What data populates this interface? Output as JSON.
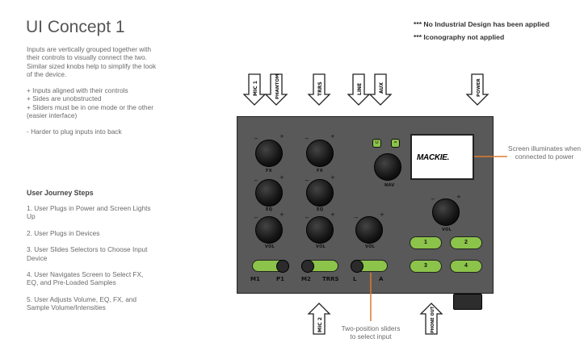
{
  "title": "UI Concept 1",
  "notes": [
    "*** No Industrial Design has been applied",
    "*** Iconography not applied"
  ],
  "intro": {
    "paragraph": "Inputs are vertically grouped together with their controls to visually connect the two. Similar sized knobs help to simplify the look of the device.",
    "pros": [
      "+ Inputs aligned with their controls",
      "+ Sides are unobstructed",
      "+ Sliders must be in one mode or the other (easier interface)"
    ],
    "cons": [
      "- Harder to plug inputs into back"
    ]
  },
  "journey": {
    "heading": "User Journey Steps",
    "steps": [
      "1. User Plugs in Power and Screen Lights Up",
      "2. User Plugs in Devices",
      "3. User Slides Selectors to Choose Input Device",
      "4. User Navigates Screen to Select FX, EQ, and Pre-Loaded Samples",
      "5. User Adjusts Volume, EQ, FX, and Sample Volume/Intensities"
    ]
  },
  "top_arrows": [
    "MIC 1",
    "PHANTOM",
    "TRRS",
    "LINE",
    "AUX",
    "POWER"
  ],
  "bottom_arrows": [
    "MIC 2",
    "PHONE OUT"
  ],
  "knobs": {
    "col1": [
      "FX",
      "EQ",
      "VOL"
    ],
    "col2": [
      "FX",
      "EQ",
      "VOL"
    ],
    "col3": [
      "VOL"
    ],
    "nav": "NAV",
    "main": "VOL",
    "plus": "+",
    "minus": "−"
  },
  "mini_buttons": [
    "U",
    "="
  ],
  "toggles": [
    {
      "left": "M1",
      "right": "P1",
      "fill": 1.0
    },
    {
      "left": "M2",
      "right": "TRRS",
      "fill": 0.0
    },
    {
      "left": "L",
      "right": "A",
      "fill": 0.0
    }
  ],
  "pads": [
    "1",
    "2",
    "3",
    "4"
  ],
  "screen_logo": "MACKIE.",
  "callouts": {
    "screen": "Screen illuminates when connected to power",
    "sliders": "Two-position sliders to select input"
  },
  "colors": {
    "accent_green": "#8cc34a",
    "callout_orange": "#e07b2e",
    "device_body": "#595959"
  }
}
